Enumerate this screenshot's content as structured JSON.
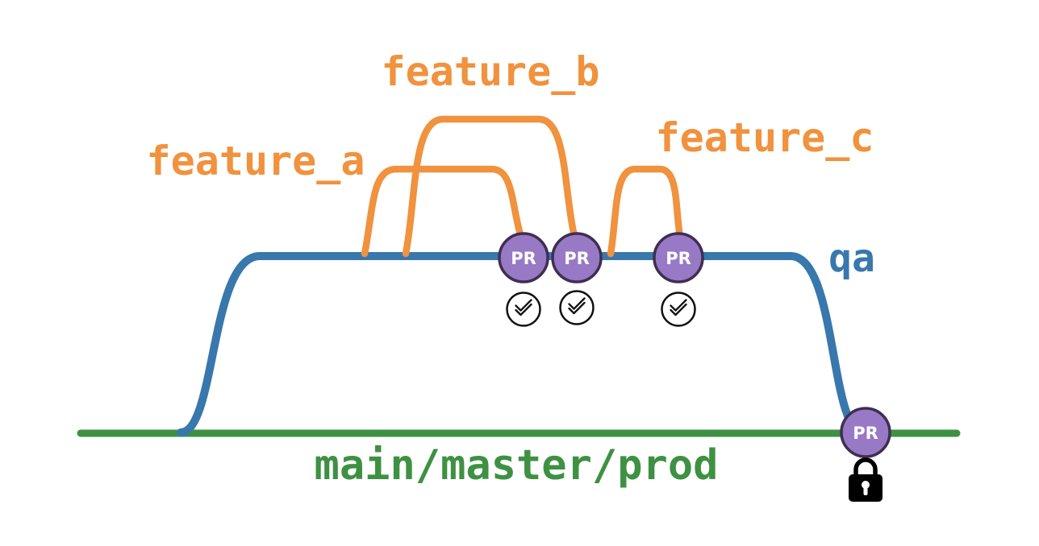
{
  "diagram": {
    "branches": [
      {
        "name": "feature_a"
      },
      {
        "name": "feature_b"
      },
      {
        "name": "feature_c"
      },
      {
        "name": "qa"
      },
      {
        "name": "main/master/prod"
      }
    ],
    "pr_nodes": [
      {
        "label": "PR",
        "status_icon": "double-check-icon"
      },
      {
        "label": "PR",
        "status_icon": "double-check-icon"
      },
      {
        "label": "PR",
        "status_icon": "double-check-icon"
      },
      {
        "label": "PR",
        "status_icon": "lock-icon"
      }
    ],
    "colors": {
      "feature_orange": "#F0923E",
      "qa_blue": "#3878AC",
      "main_green": "#3E9142",
      "pr_fill": "#9879C5",
      "pr_stroke": "#3E2F52",
      "pr_text": "#FFFFFF",
      "icon_black": "#111111",
      "icon_bg": "#FFFFFF",
      "lock_black": "#000000",
      "background": "#FFFFFF"
    }
  }
}
